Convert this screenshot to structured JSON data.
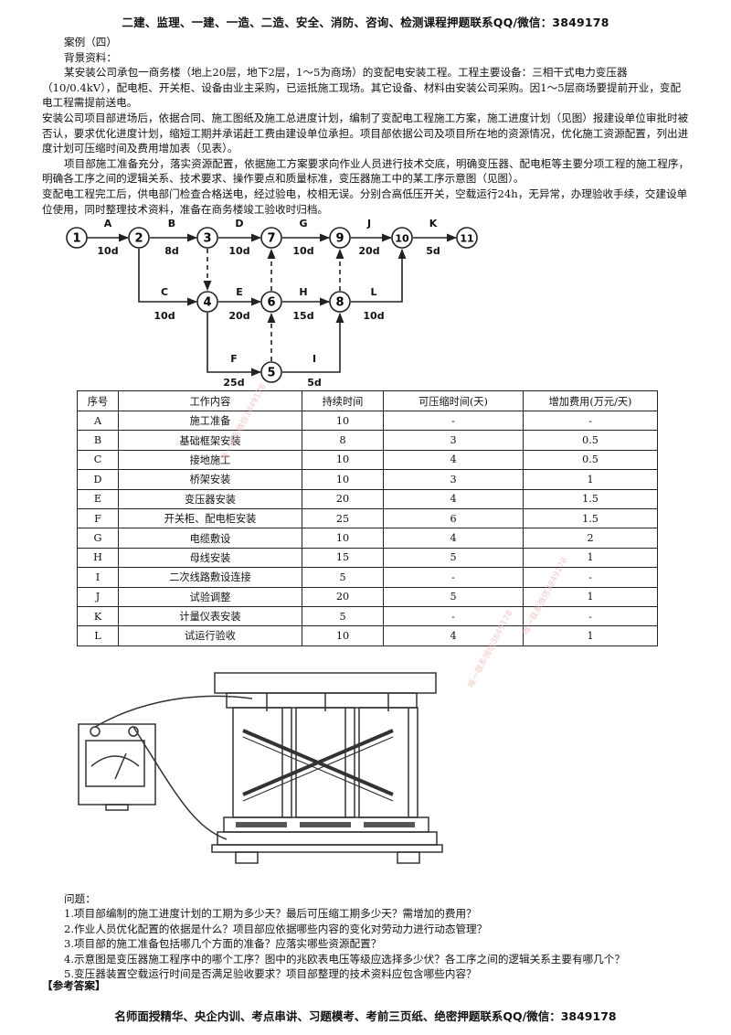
{
  "header": "二建、监理、一建、一造、二造、安全、消防、咨询、检测课程押题联系QQ/微信：3849178",
  "footer": "名师面授精华、央企内训、考点串讲、习题模考、考前三页纸、绝密押题联系QQ/微信：3849178",
  "case_title": "案例（四）",
  "bg_label": "背景资料：",
  "paragraphs": [
    "某安装公司承包一商务楼（地上20层，地下2层，1～5为商场）的变配电安装工程。工程主要设备：三相干式电力变压器（10/0.4kV），配电柜、开关柜、设备由业主采购，已运抵施工现场。其它设备、材料由安装公司采购。因1～5层商场要提前开业，变配电工程需提前送电。",
    "安装公司项目部进场后，依据合同、施工图纸及施工总进度计划，编制了变配电工程施工方案，施工进度计划（见图）报建设单位审批时被否认，要求优化进度计划，缩短工期并承诺赶工费由建设单位承担。项目部依据公司及项目所在地的资源情况，优化施工资源配置，列出进度计划可压缩时间及费用增加表（见表）。",
    "项目部施工准备充分，落实资源配置，依据施工方案要求向作业人员进行技术交底，明确变压器、配电柜等主要分项工程的施工程序，明确各工序之间的逻辑关系、技术要求、操作要点和质量标准，变压器施工中的某工序示意图（见图）。",
    "变配电工程完工后，供电部门检查合格送电，经过验电，校相无误。分别合高低压开关，空载运行24h，无异常，办理验收手续，交建设单位使用，同时整理技术资料，准备在商务楼竣工验收时归档。"
  ],
  "network": {
    "nodes": [
      "1",
      "2",
      "3",
      "4",
      "5",
      "6",
      "7",
      "8",
      "9",
      "10",
      "11"
    ],
    "activities": [
      {
        "name": "A",
        "duration": "10d"
      },
      {
        "name": "B",
        "duration": "8d"
      },
      {
        "name": "C",
        "duration": "10d"
      },
      {
        "name": "D",
        "duration": "10d"
      },
      {
        "name": "E",
        "duration": "20d"
      },
      {
        "name": "F",
        "duration": "25d"
      },
      {
        "name": "G",
        "duration": "10d"
      },
      {
        "name": "H",
        "duration": "15d"
      },
      {
        "name": "I",
        "duration": "5d"
      },
      {
        "name": "J",
        "duration": "20d"
      },
      {
        "name": "K",
        "duration": "5d"
      },
      {
        "name": "L",
        "duration": "10d"
      }
    ]
  },
  "table": {
    "headers": [
      "序号",
      "工作内容",
      "持续时间",
      "可压缩时间(天)",
      "增加费用(万元/天)"
    ],
    "rows": [
      [
        "A",
        "施工准备",
        "10",
        "-",
        "-"
      ],
      [
        "B",
        "基础框架安装",
        "8",
        "3",
        "0.5"
      ],
      [
        "C",
        "接地施工",
        "10",
        "4",
        "0.5"
      ],
      [
        "D",
        "桥架安装",
        "10",
        "3",
        "1"
      ],
      [
        "E",
        "变压器安装",
        "20",
        "4",
        "1.5"
      ],
      [
        "F",
        "开关柜、配电柜安装",
        "25",
        "6",
        "1.5"
      ],
      [
        "G",
        "电缆敷设",
        "10",
        "4",
        "2"
      ],
      [
        "H",
        "母线安装",
        "15",
        "5",
        "1"
      ],
      [
        "I",
        "二次线路敷设连接",
        "5",
        "-",
        "-"
      ],
      [
        "J",
        "试验调整",
        "20",
        "5",
        "1"
      ],
      [
        "K",
        "计量仪表安装",
        "5",
        "-",
        "-"
      ],
      [
        "L",
        "试运行验收",
        "10",
        "4",
        "1"
      ]
    ]
  },
  "questions_label": "问题：",
  "questions": [
    "1.项目部编制的施工进度计划的工期为多少天？最后可压缩工期多少天？需增加的费用？",
    "2.作业人员优化配置的依据是什么？项目部应依据哪些内容的变化对劳动力进行动态管理？",
    "3.项目部的施工准备包括哪几个方面的准备？应落实哪些资源配置？",
    "4.示意图是变压器施工程序中的哪个工序？图中的兆欧表电压等级应选择多少伏？各工序之间的逻辑关系主要有哪几个？",
    "5.变压器装置空载运行时间是否满足验收要求？项目部整理的技术资料应包含哪些内容？"
  ],
  "answer_label": "【参考答案】",
  "watermarks": [
    "唯一联系微信3849178",
    "唯一联系微信3849178",
    "唯一联系微信3849178"
  ]
}
